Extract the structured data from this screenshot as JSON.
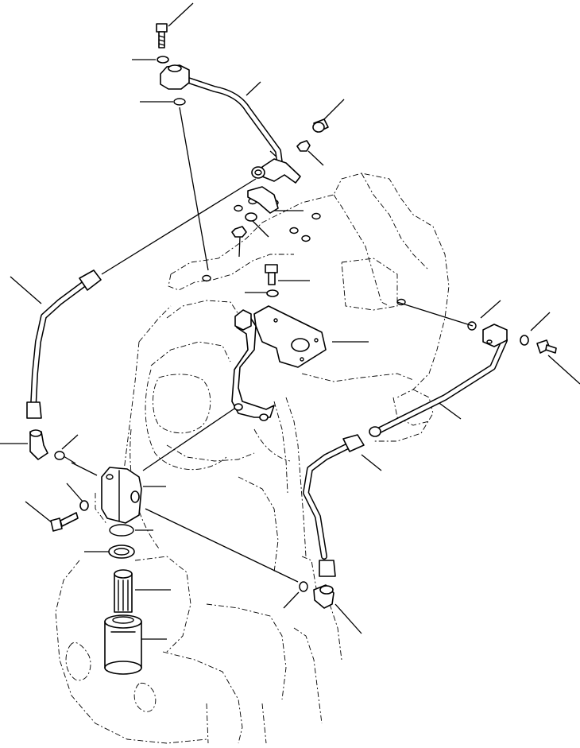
{
  "diagram": {
    "background": "#ffffff",
    "ink": "#000000",
    "callouts": [
      "bolt-top",
      "washer-top",
      "oring-top",
      "tube-upper-right",
      "breather-plug",
      "nut-upper",
      "tube-left",
      "clamp-block",
      "washer-mid",
      "nut-mid",
      "bolt-mid",
      "washer-bracket",
      "bracket",
      "oring-right",
      "washer-right",
      "bolt-right",
      "elbow-left",
      "oring-left",
      "filter-head",
      "bolt-left",
      "oring-head",
      "gasket",
      "filter-element",
      "filter-housing",
      "tube-right",
      "tube-lower-right",
      "oring-lower",
      "elbow-lower"
    ]
  }
}
